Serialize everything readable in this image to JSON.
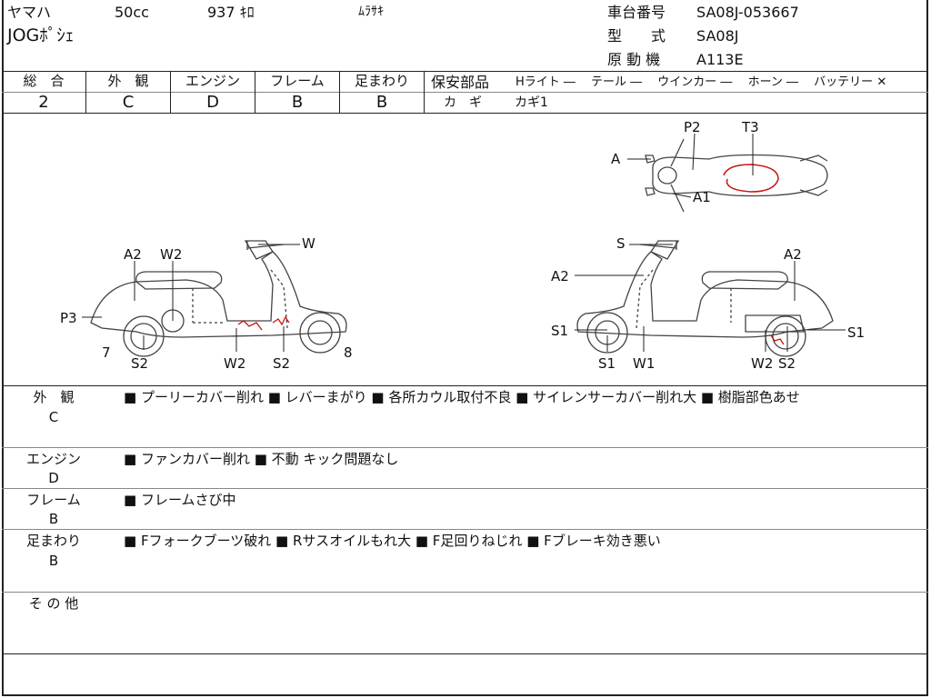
{
  "header": {
    "maker": "ヤマハ",
    "displacement": "50cc",
    "mileage": "937 ｷﾛ",
    "color": "ﾑﾗｻｷ",
    "model_name": "JOGﾎﾟｼｪ",
    "frame_no_label": "車台番号",
    "frame_no": "SA08J-053667",
    "model_label": "型　　式",
    "model_code": "SA08J",
    "engine_label": "原 動 機",
    "engine_code": "A113E"
  },
  "grades": {
    "headers": [
      "総　合",
      "外　観",
      "エンジン",
      "フレーム",
      "足まわり"
    ],
    "values": [
      "2",
      "C",
      "D",
      "B",
      "B"
    ]
  },
  "safety_parts": {
    "label": "保安部品",
    "items": "Hライト ―　 テール ―　 ウインカー ―　 ホーン ―　 バッテリー ✕",
    "key_label": "カ　ギ",
    "key_value": "カギ1"
  },
  "diagram": {
    "labels": {
      "left_A2": "A2",
      "left_W2_top": "W2",
      "left_W": "W",
      "left_P3": "P3",
      "left_7": "7",
      "left_S2": "S2",
      "left_W2_bottom": "W2",
      "left_S2_bottom": "S2",
      "left_8": "8",
      "top_P2": "P2",
      "top_T3": "T3",
      "top_A": "A",
      "top_A1": "A1",
      "right_S": "S",
      "right_A2_left": "A2",
      "right_A2_right": "A2",
      "right_S1_left": "S1",
      "right_S1_right": "S1",
      "right_S1_bottom": "S1",
      "right_W1": "W1",
      "right_W2": "W2",
      "right_S2": "S2"
    }
  },
  "sections": [
    {
      "label": "外　観",
      "grade": "C",
      "text": "■ プーリーカバー削れ ■ レバーまがり ■ 各所カウル取付不良 ■ サイレンサーカバー削れ大 ■ 樹脂部色あせ"
    },
    {
      "label": "エンジン",
      "grade": "D",
      "text": "■ ファンカバー削れ ■ 不動 キック問題なし"
    },
    {
      "label": "フレーム",
      "grade": "B",
      "text": "■ フレームさび中"
    },
    {
      "label": "足まわり",
      "grade": "B",
      "text": "■ Fフォークブーツ破れ ■ Rサスオイルもれ大 ■ F足回りねじれ ■ Fブレーキ効き悪い"
    },
    {
      "label": "そ の 他",
      "grade": "",
      "text": ""
    }
  ],
  "colors": {
    "line": "#222222",
    "damage": "#cc1111",
    "sketch": "#444444"
  }
}
